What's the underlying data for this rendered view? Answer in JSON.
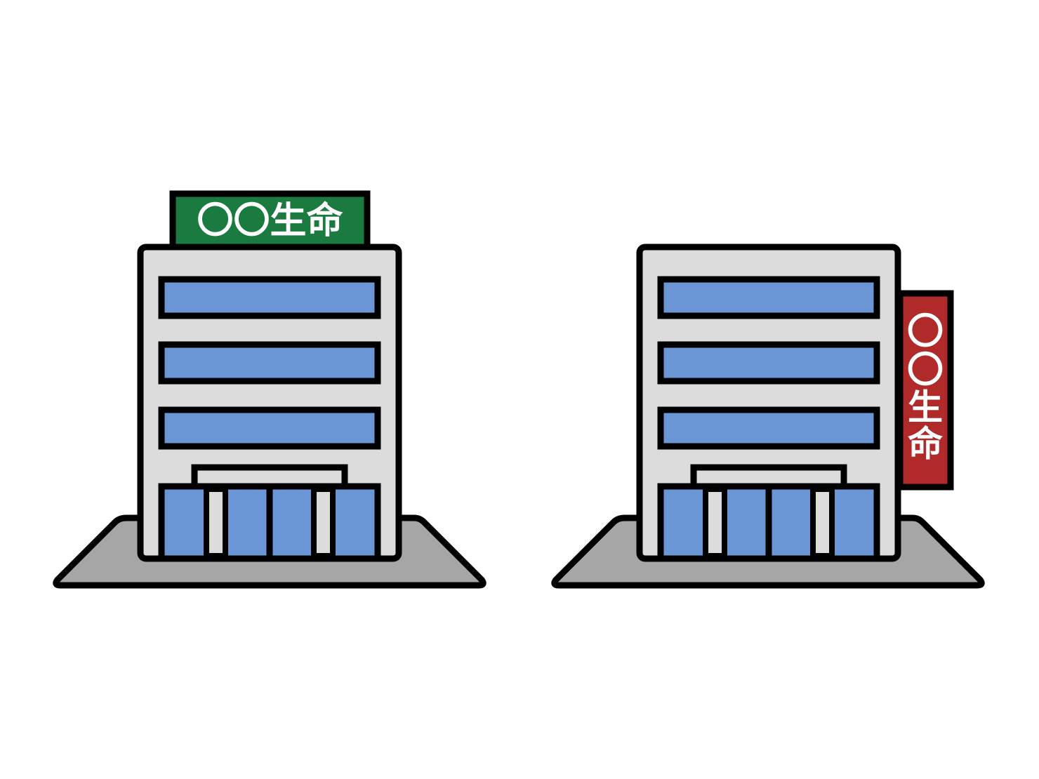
{
  "buildings": [
    {
      "sign": {
        "text": "〇〇生命",
        "orientation": "horizontal",
        "color": "#1a7a3f"
      }
    },
    {
      "sign": {
        "text": "〇〇生命",
        "chars": [
          "〇",
          "〇",
          "生",
          "命"
        ],
        "orientation": "vertical",
        "color": "#b02a2a"
      }
    }
  ],
  "colors": {
    "outline": "#000000",
    "wall": "#dcdcdc",
    "window": "#6b96d6",
    "ground": "#a6a6a6",
    "background": "#ffffff"
  }
}
